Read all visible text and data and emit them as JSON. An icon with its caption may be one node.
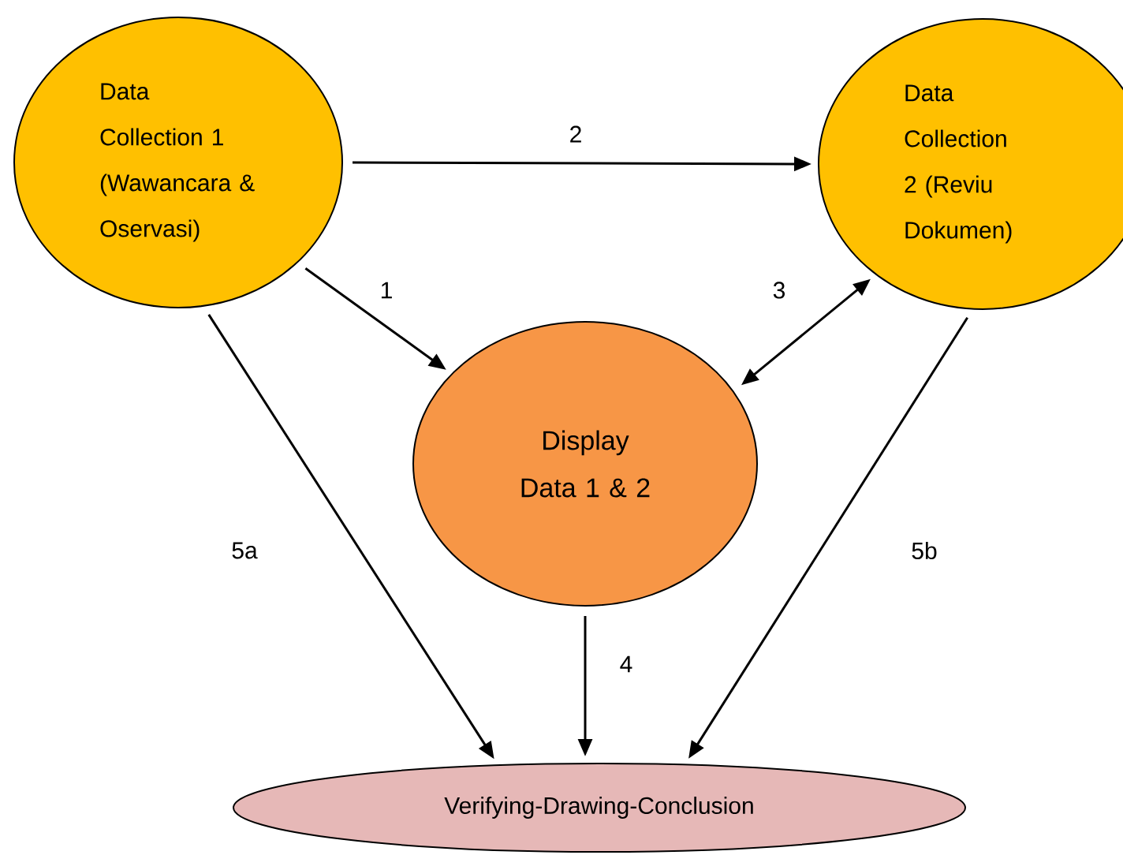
{
  "diagram": {
    "nodes": [
      {
        "text": [
          "Data Collection 1 (Wawancara & Oservasi)"
        ]
      },
      {
        "text": [
          "Data Collection 2 (Reviu Dokumen)"
        ]
      },
      {
        "text": [
          "Display Data 1 & 2"
        ]
      },
      {
        "text": [
          "Verifying-Drawing-Conclusion"
        ]
      }
    ],
    "edges": [
      {
        "from": 0,
        "to": 2,
        "arrow": "to",
        "label": "1"
      },
      {
        "from": 0,
        "to": 1,
        "arrow": "to",
        "label": "2"
      },
      {
        "from": 2,
        "to": 1,
        "arrow": "both",
        "label": "3"
      },
      {
        "from": 2,
        "to": 3,
        "arrow": "to",
        "label": "4"
      },
      {
        "from": 0,
        "to": 3,
        "arrow": "to",
        "label": "5a"
      },
      {
        "from": 1,
        "to": 3,
        "arrow": "to",
        "label": "5b"
      }
    ]
  }
}
